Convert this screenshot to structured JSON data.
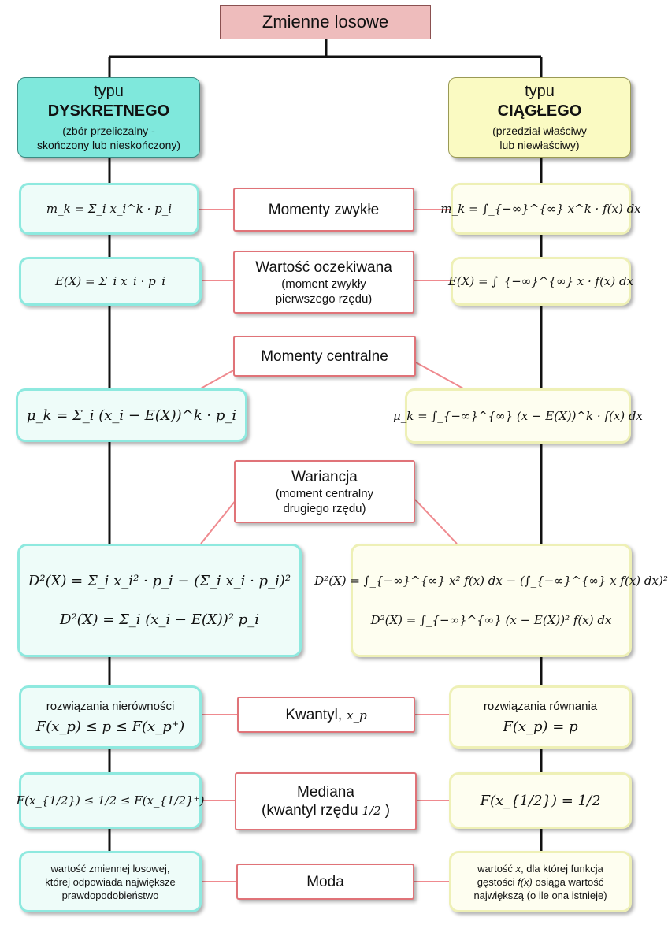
{
  "title": "Zmienne losowe",
  "discrete": {
    "line1": "typu",
    "line2": "DYSKRETNEGO",
    "line3": "(zbór przeliczalny -",
    "line4": "skończony lub nieskończony)"
  },
  "continuous": {
    "line1": "typu",
    "line2": "CIĄGŁEGO",
    "line3": "(przedział właściwy",
    "line4": "lub niewłaściwy)"
  },
  "rows": {
    "moments": {
      "label": "Momenty zwykłe",
      "discrete": "m_k = Σ_i x_i^k · p_i",
      "continuous": "m_k = ∫_{−∞}^{∞} x^k · f(x) dx"
    },
    "expected": {
      "label": "Wartość oczekiwana",
      "sub1": "(moment zwykły",
      "sub2": "pierwszego rzędu)",
      "discrete": "E(X) = Σ_i x_i · p_i",
      "continuous": "E(X) = ∫_{−∞}^{∞} x · f(x) dx"
    },
    "central": {
      "label": "Momenty centralne",
      "discrete": "μ_k = Σ_i (x_i − E(X))^k · p_i",
      "continuous": "μ_k = ∫_{−∞}^{∞} (x − E(X))^k · f(x) dx"
    },
    "variance": {
      "label": "Wariancja",
      "sub1": "(moment centralny",
      "sub2": "drugiego rzędu)",
      "discrete1": "D²(X) = Σ_i x_i² · p_i − (Σ_i x_i · p_i)²",
      "discrete2": "D²(X) = Σ_i (x_i − E(X))² p_i",
      "continuous1": "D²(X) = ∫_{−∞}^{∞} x² f(x) dx − (∫_{−∞}^{∞} x f(x) dx)²",
      "continuous2": "D²(X) = ∫_{−∞}^{∞} (x − E(X))² f(x) dx"
    },
    "quantile": {
      "label": "Kwantyl,",
      "label_math": "x_p",
      "discrete_text": "rozwiązania nierówności",
      "discrete": "F(x_p) ≤ p ≤ F(x_p⁺)",
      "continuous_text": "rozwiązania równania",
      "continuous": "F(x_p) = p"
    },
    "median": {
      "label": "Mediana",
      "sub": "(kwantyl rzędu",
      "sub_math": "1/2",
      "sub_end": ")",
      "discrete": "F(x_{1/2}) ≤ 1/2 ≤ F(x_{1/2}⁺)",
      "continuous": "F(x_{1/2}) = 1/2"
    },
    "mode": {
      "label": "Moda",
      "discrete1": "wartość zmiennej losowej,",
      "discrete2": "której odpowiada największe",
      "discrete3": "prawdopodobieństwo",
      "c_pre": "wartość",
      "c_x": "x",
      "c_post": ", dla której funkcja",
      "c_pre2": "gęstości",
      "c_fx": "f(x)",
      "c_post2": "osiąga wartość",
      "c_line3": "największą (o ile ona istnieje)"
    }
  }
}
